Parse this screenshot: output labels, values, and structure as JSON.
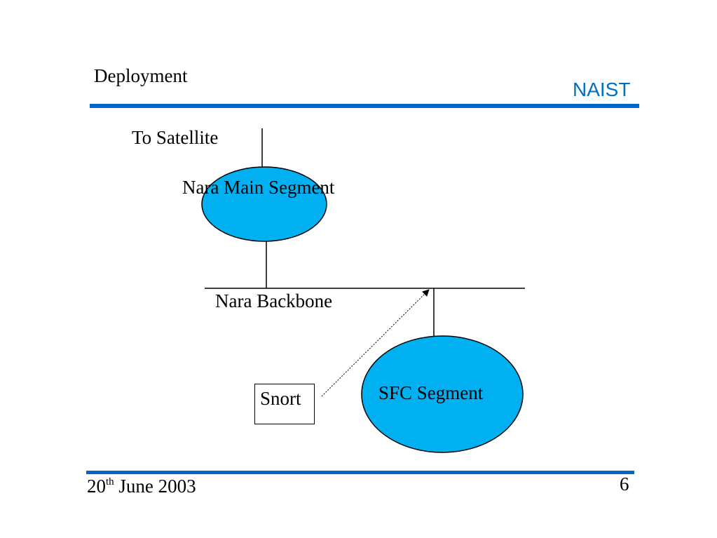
{
  "slide": {
    "title": "Deployment",
    "brand": "NAIST",
    "accent_color": "#0066cc"
  },
  "diagram": {
    "nodes": {
      "satellite_label": "To Satellite",
      "main_segment": "Nara Main Segment",
      "backbone": "Nara Backbone",
      "sfc_segment": "SFC Segment",
      "snort": "Snort"
    },
    "segment_fill": "#00b0f0",
    "edges": [
      {
        "from": "satellite",
        "to": "Nara Main Segment",
        "style": "solid"
      },
      {
        "from": "Nara Main Segment",
        "to": "Nara Backbone",
        "style": "solid"
      },
      {
        "from": "SFC Segment",
        "to": "Nara Backbone",
        "style": "solid"
      },
      {
        "from": "Snort",
        "to": "Nara Backbone",
        "style": "dotted-arrow"
      }
    ]
  },
  "footer": {
    "date_day": "20",
    "date_suffix": "th",
    "date_rest": " June 2003",
    "page_number": "6"
  }
}
